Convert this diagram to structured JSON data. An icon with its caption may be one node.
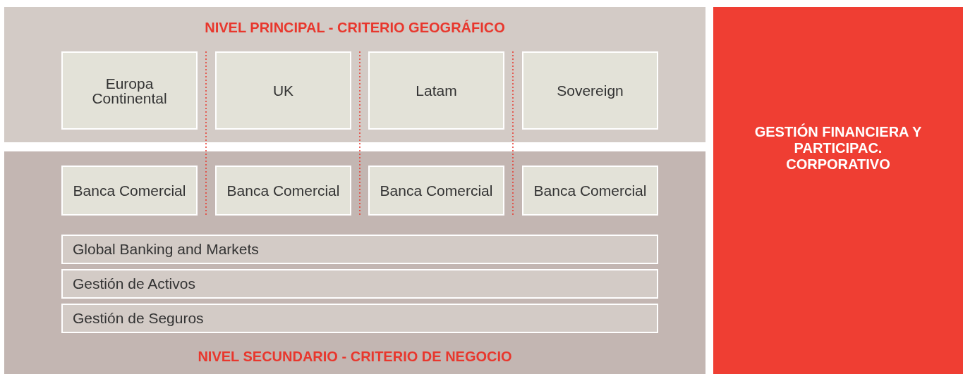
{
  "diagram": {
    "nodes": [
      {
        "text": [
          "NIVEL PRINCIPAL - CRITERIO GEOGRÁFICO"
        ]
      },
      {
        "text": [
          "Europa Continental"
        ],
        "in": 0
      },
      {
        "text": [
          "UK"
        ],
        "in": 0
      },
      {
        "text": [
          "Latam"
        ],
        "in": 0
      },
      {
        "text": [
          "Sovereign"
        ],
        "in": 0
      },
      {
        "text": [
          "NIVEL SECUNDARIO - CRITERIO DE NEGOCIO"
        ]
      },
      {
        "text": [
          "Banca Comercial"
        ],
        "in": 5
      },
      {
        "text": [
          "Banca Comercial"
        ],
        "in": 5
      },
      {
        "text": [
          "Banca Comercial"
        ],
        "in": 5
      },
      {
        "text": [
          "Banca Comercial"
        ],
        "in": 5
      },
      {
        "text": [
          "Global Banking and Markets"
        ],
        "in": 5
      },
      {
        "text": [
          "Gestión de Activos"
        ],
        "in": 5
      },
      {
        "text": [
          "Gestión de Seguros"
        ],
        "in": 5
      },
      {
        "text": [
          "GESTIÓN FINANCIERA Y PARTICIPAC. CORPORATIVO"
        ]
      }
    ]
  }
}
